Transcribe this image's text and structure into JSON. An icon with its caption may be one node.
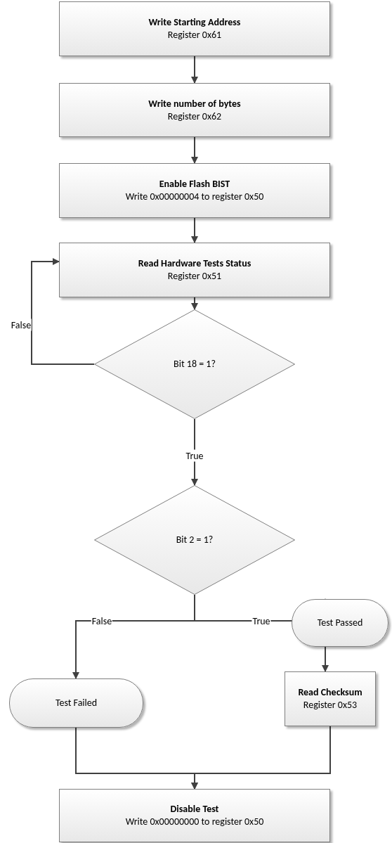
{
  "diagram": {
    "nodes": [
      {
        "text": [
          "Write Starting Address",
          "Register 0x61"
        ]
      },
      {
        "text": [
          "Write number of bytes",
          "Register 0x62"
        ]
      },
      {
        "text": [
          "Enable Flash BIST",
          "Write 0x00000004 to register 0x50"
        ]
      },
      {
        "text": [
          "Read Hardware Tests Status",
          "Register 0x51"
        ]
      },
      {
        "text": [
          "Bit 18 = 1?"
        ]
      },
      {
        "text": [
          "Bit 2 = 1?"
        ]
      },
      {
        "text": [
          "Test Passed"
        ]
      },
      {
        "text": [
          "Test Failed"
        ]
      },
      {
        "text": [
          "Read Checksum",
          "Register 0x53"
        ]
      },
      {
        "text": [
          "Disable Test",
          "Write 0x00000000 to register 0x50"
        ]
      }
    ],
    "edges": [
      {
        "from": 0,
        "to": 1,
        "arrow": "to"
      },
      {
        "from": 1,
        "to": 2,
        "arrow": "to"
      },
      {
        "from": 2,
        "to": 3,
        "arrow": "to"
      },
      {
        "from": 3,
        "to": 4,
        "arrow": "to"
      },
      {
        "from": 4,
        "to": 3,
        "arrow": "to",
        "label": "False"
      },
      {
        "from": 4,
        "to": 5,
        "arrow": "to",
        "label": "True"
      },
      {
        "from": 5,
        "to": 7,
        "arrow": "to",
        "label": "False"
      },
      {
        "from": 5,
        "to": 6,
        "arrow": "to",
        "label": "True"
      },
      {
        "from": 6,
        "to": 8,
        "arrow": "to"
      },
      {
        "from": 7,
        "to": 9,
        "arrow": "to"
      },
      {
        "from": 8,
        "to": 9,
        "arrow": "to"
      }
    ]
  }
}
